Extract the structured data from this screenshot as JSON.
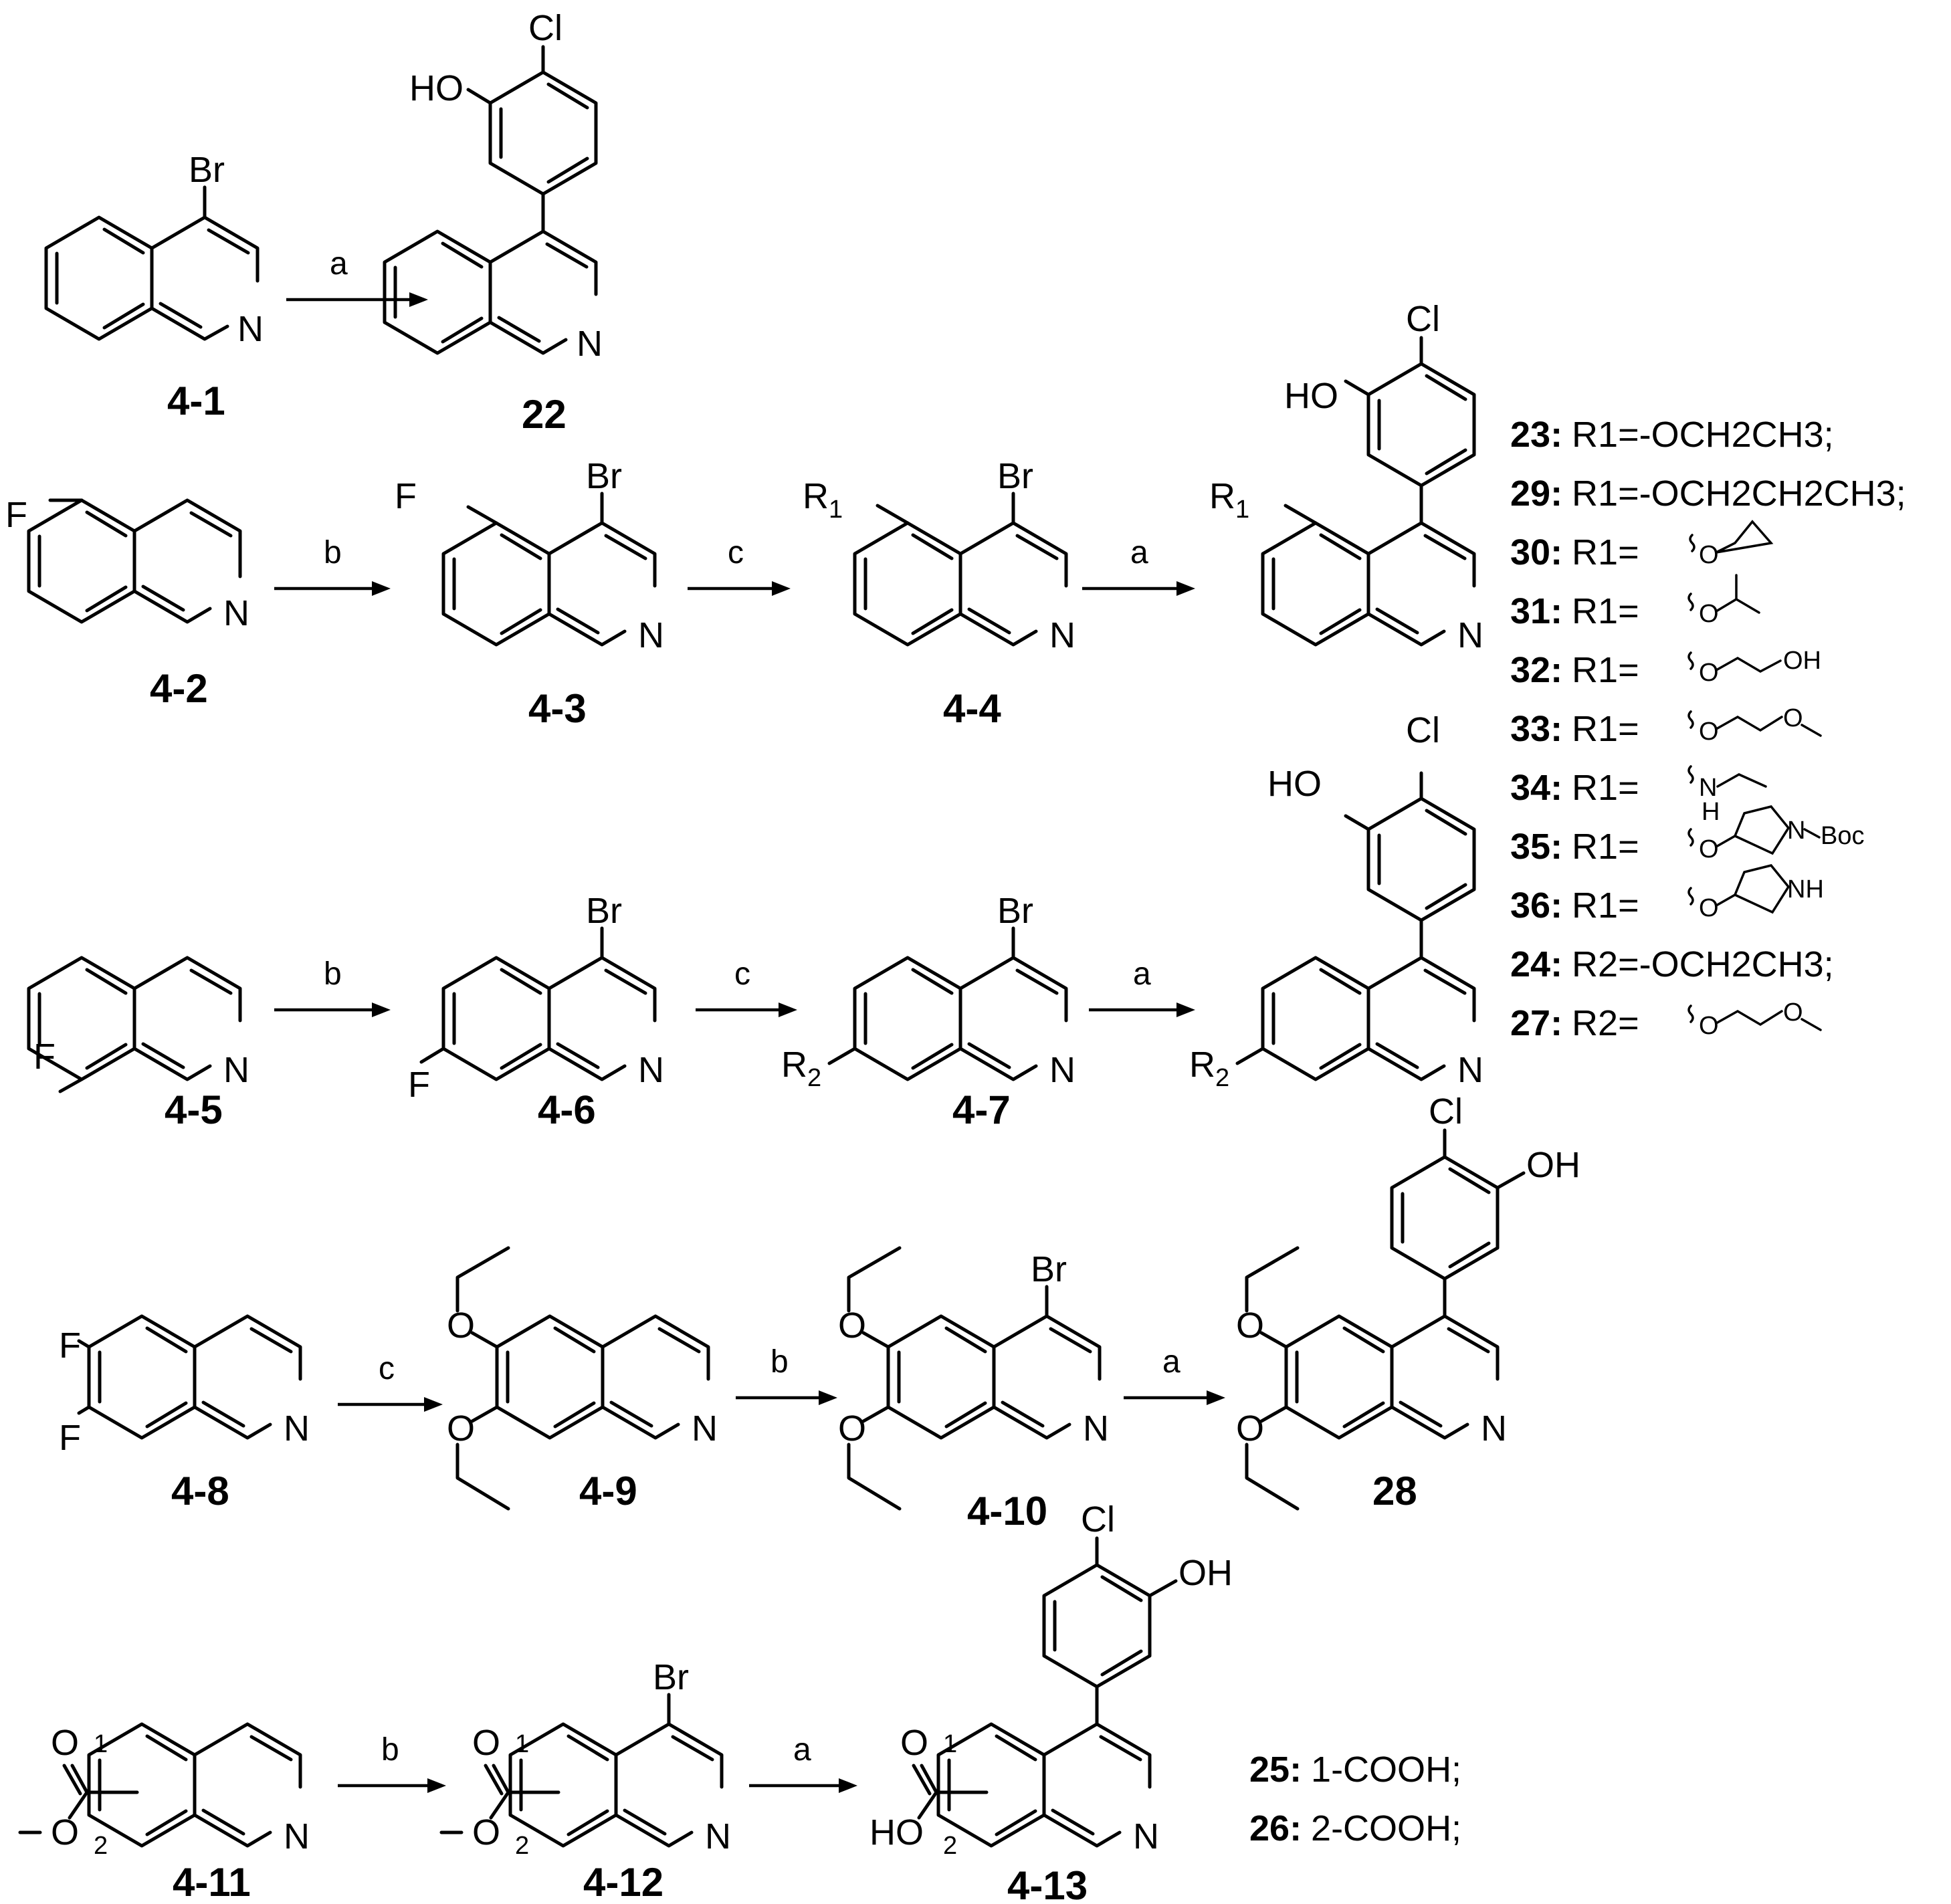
{
  "compounds": {
    "c4_1": "4-1",
    "c22": "22",
    "c4_2": "4-2",
    "c4_3": "4-3",
    "c4_4": "4-4",
    "c4_5": "4-5",
    "c4_6": "4-6",
    "c4_7": "4-7",
    "c4_8": "4-8",
    "c4_9": "4-9",
    "c4_10": "4-10",
    "c28": "28",
    "c4_11": "4-11",
    "c4_12": "4-12",
    "c4_13": "4-13"
  },
  "conditions": {
    "r1_a": "a",
    "r2_b": "b",
    "r2_c": "c",
    "r2_a": "a",
    "r3_b": "b",
    "r3_c": "c",
    "r3_a": "a",
    "r4_c": "c",
    "r4_b": "b",
    "r4_a": "a",
    "r5_b": "b",
    "r5_a": "a"
  },
  "atoms": {
    "Br": "Br",
    "Cl": "Cl",
    "HO": "HO",
    "OH": "OH",
    "F": "F",
    "N": "N",
    "O": "O",
    "H": "H",
    "R": "R",
    "NH": "NH",
    "Boc": "Boc",
    "one": "1",
    "two": "2",
    "HO2": "HO"
  },
  "legend_r": [
    {
      "num": "23:",
      "text": "R1=-OCH2CH3;"
    },
    {
      "num": "29:",
      "text": "R1=-OCH2CH2CH3;"
    },
    {
      "num": "30:",
      "text": "R1="
    },
    {
      "num": "31:",
      "text": "R1="
    },
    {
      "num": "32:",
      "text": "R1="
    },
    {
      "num": "33:",
      "text": "R1="
    },
    {
      "num": "34:",
      "text": "R1="
    },
    {
      "num": "35:",
      "text": "R1="
    },
    {
      "num": "36:",
      "text": "R1="
    },
    {
      "num": "24:",
      "text": "R2=-OCH2CH3;"
    },
    {
      "num": "27:",
      "text": "R2="
    }
  ],
  "legend_acid": [
    {
      "num": "25:",
      "text": "1-COOH;"
    },
    {
      "num": "26:",
      "text": "2-COOH;"
    }
  ]
}
